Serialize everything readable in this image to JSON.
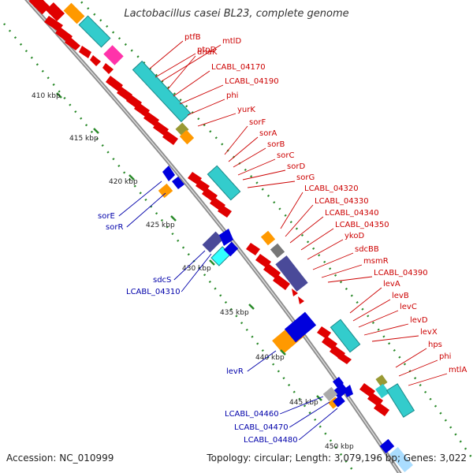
{
  "title": "Lactobacillus casei BL23, complete genome",
  "footer": {
    "accession": "Accession: NC_010999",
    "summary": "Topology: circular; Length: 3,079,196 bp; Genes: 3,022"
  },
  "colors": {
    "backbone": "#888888",
    "forward_gene": "#e00000",
    "reverse_gene": "#0000dd",
    "label_red": "#cc0000",
    "label_blue": "#0000aa",
    "tick": "#2a8a2a",
    "orange": "#ff9900",
    "cyan": "#33cccc",
    "magenta": "#ff33aa",
    "navy": "#4a4a99",
    "olive": "#999933",
    "gray": "#777777"
  },
  "kbp_ticks": [
    "410 kbp",
    "415 kbp",
    "420 kbp",
    "425 kbp",
    "430 kbp",
    "435 kbp",
    "440 kbp",
    "445 kbp",
    "450 kbp"
  ],
  "red_labels": [
    "ptfB",
    "ptpD",
    "mtlD",
    "dhaK",
    "LCABL_04170",
    "LCABL_04190",
    "phi",
    "yurK",
    "sorF",
    "sorA",
    "sorB",
    "sorC",
    "sorD",
    "sorG",
    "LCABL_04320",
    "LCABL_04330",
    "LCABL_04340",
    "LCABL_04350",
    "ykoD",
    "sdcBB",
    "msmR",
    "LCABL_04390",
    "levA",
    "levB",
    "levC",
    "levD",
    "levX",
    "hps",
    "phi",
    "mtlA"
  ],
  "blue_labels": [
    "sorE",
    "sorR",
    "sdcS",
    "LCABL_04310",
    "levR",
    "LCABL_04460",
    "LCABL_04470",
    "LCABL_04480"
  ]
}
